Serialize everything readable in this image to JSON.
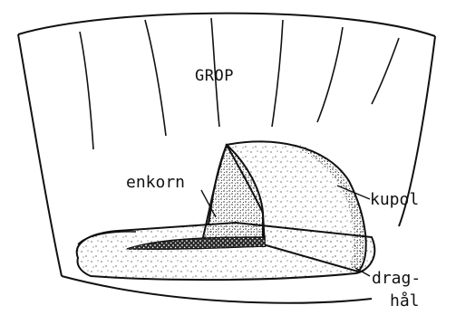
{
  "labels": {
    "grop": "GROP",
    "enkorn": "enkorn",
    "kupol": "kupol",
    "drag": "drag-",
    "hal": "hål"
  },
  "colors": {
    "ink": "#111111",
    "paper": "#ffffff"
  }
}
